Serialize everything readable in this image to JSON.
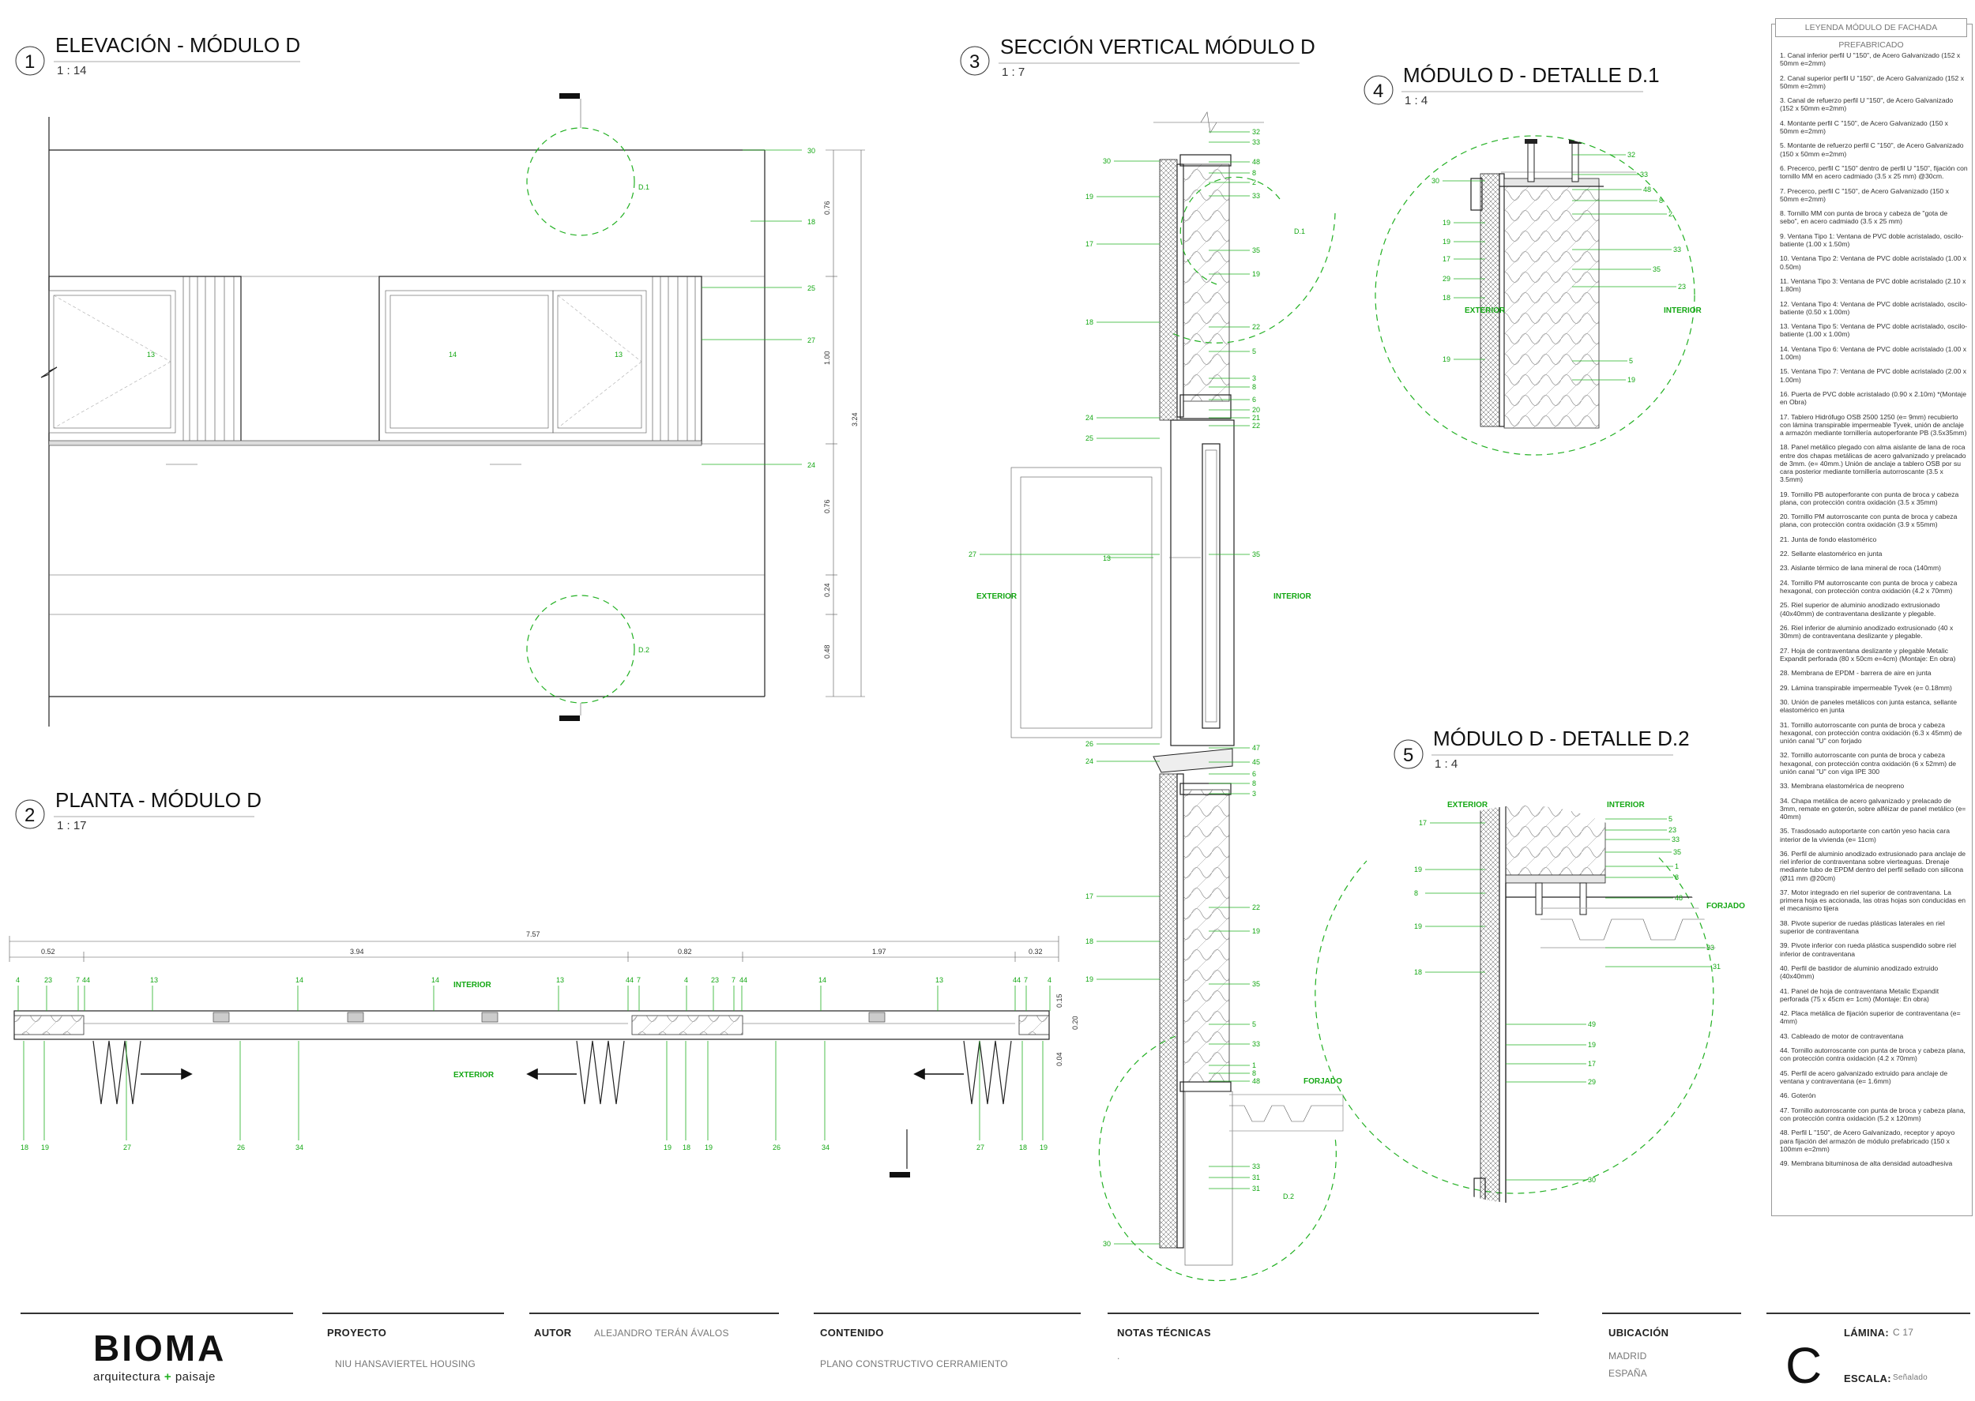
{
  "views": {
    "v1": {
      "num": "1",
      "title": "ELEVACIÓN - MÓDULO D",
      "scale": "1 : 14"
    },
    "v2": {
      "num": "2",
      "title": "PLANTA - MÓDULO D",
      "scale": "1 : 17"
    },
    "v3": {
      "num": "3",
      "title": "SECCIÓN VERTICAL MÓDULO D",
      "scale": "1 : 7"
    },
    "v4": {
      "num": "4",
      "title": "MÓDULO D - DETALLE D.1",
      "scale": "1 : 4"
    },
    "v5": {
      "num": "5",
      "title": "MÓDULO D - DETALLE D.2",
      "scale": "1 : 4"
    }
  },
  "elevation": {
    "detail_d1": "D.1",
    "detail_d2": "D.2",
    "window_labels": [
      "13",
      "14",
      "13"
    ],
    "tags": [
      "30",
      "18",
      "25",
      "27",
      "24"
    ],
    "dims": [
      "0.76",
      "1.00",
      "0.76",
      "0.24",
      "0.48"
    ],
    "total": "3.24"
  },
  "plan": {
    "total": "7.57",
    "dims": [
      "0.52",
      "3.94",
      "0.82",
      "1.97",
      "0.32"
    ],
    "top_tags": [
      "4",
      "23",
      "7",
      "44",
      "13",
      "14",
      "14",
      "13",
      "44",
      "7",
      "4",
      "23",
      "7",
      "44",
      "14",
      "13",
      "44",
      "7",
      "4"
    ],
    "bottom_tags": [
      "18",
      "19",
      "27",
      "26",
      "34",
      "19",
      "18",
      "19",
      "26",
      "34",
      "27",
      "18",
      "19"
    ],
    "interior": "INTERIOR",
    "exterior": "EXTERIOR",
    "side_dims": [
      "0.15",
      "0.20",
      "0.04"
    ]
  },
  "section": {
    "exterior": "EXTERIOR",
    "interior": "INTERIOR",
    "forjado": "FORJADO",
    "d1": "D.1",
    "d2": "D.2",
    "left_tags": [
      "30",
      "19",
      "17",
      "18",
      "24",
      "25",
      "27",
      "26",
      "24",
      "17",
      "18",
      "19",
      "30"
    ],
    "mid_tag": "13",
    "right_tags": [
      "32",
      "33",
      "48",
      "8",
      "2",
      "33",
      "35",
      "19",
      "22",
      "5",
      "3",
      "8",
      "6",
      "20",
      "21",
      "22",
      "35",
      "47",
      "45",
      "6",
      "8",
      "3",
      "22",
      "19",
      "35",
      "5",
      "33",
      "1",
      "8",
      "48",
      "33",
      "31",
      "31"
    ]
  },
  "detail1": {
    "exterior": "EXTERIOR",
    "interior": "INTERIOR",
    "left_tags": [
      "30",
      "19",
      "19",
      "17",
      "29",
      "18",
      "19"
    ],
    "right_tags": [
      "32",
      "33",
      "48",
      "8",
      "2",
      "33",
      "35",
      "23",
      "5",
      "19"
    ]
  },
  "detail2": {
    "exterior": "EXTERIOR",
    "interior": "INTERIOR",
    "forjado": "FORJADO",
    "left_tags": [
      "17",
      "19",
      "8",
      "19",
      "18"
    ],
    "inner_tags": [
      "49",
      "19",
      "17",
      "29",
      "30"
    ],
    "right_tags": [
      "5",
      "23",
      "33",
      "35",
      "1",
      "8",
      "48",
      "33",
      "31"
    ]
  },
  "legend": {
    "title": "LEYENDA MÓDULO DE FACHADA PREFABRICADO",
    "items": [
      "1. Canal inferior perfil U \"150\", de Acero Galvanizado (152 x 50mm e=2mm)",
      "2. Canal superior perfil U \"150\", de Acero Galvanizado (152 x 50mm e=2mm)",
      "3. Canal de refuerzo perfil U \"150\", de Acero Galvanizado (152 x 50mm e=2mm)",
      "4. Montante perfil C \"150\", de Acero Galvanizado (150 x 50mm e=2mm)",
      "5. Montante de refuerzo perfil C \"150\", de Acero Galvanizado (150 x 50mm e=2mm)",
      "6. Precerco, perfil C \"150\" dentro de perfil U \"150\", fijación con tornillo MM en acero cadmiado (3.5 x 25 mm) @30cm.",
      "7. Precerco, perfil C \"150\", de Acero Galvanizado (150 x 50mm e=2mm)",
      "8. Tornillo MM con punta de broca y cabeza de \"gota de sebo\", en acero cadmiado (3.5 x 25 mm)",
      "9. Ventana Tipo 1: Ventana de PVC doble acristalado, oscilo-batiente (1.00 x 1.50m)",
      "10. Ventana Tipo 2: Ventana de PVC doble acristalado (1.00 x 0.50m)",
      "11. Ventana Tipo 3: Ventana de PVC doble acristalado (2.10 x 1.80m)",
      "12. Ventana Tipo 4: Ventana de PVC doble acristalado, oscilo-batiente (0.50 x 1.00m)",
      "13. Ventana Tipo 5: Ventana de PVC doble acristalado, oscilo-batiente (1.00 x 1.00m)",
      "14. Ventana Tipo 6: Ventana de PVC doble acristalado (1.00 x 1.00m)",
      "15. Ventana Tipo 7: Ventana de PVC doble acristalado (2.00 x 1.00m)",
      "16. Puerta de PVC doble acristalado (0.90 x 2.10m) *(Montaje en Obra)",
      "17. Tablero Hidrófugo OSB 2500 1250 (e= 9mm) recubierto con lámina transpirable impermeable Tyvek, unión de anclaje a armazón mediante tornillería autoperforante PB (3.5x35mm)",
      "18. Panel metálico plegado con alma aislante de lana de roca entre dos chapas metálicas de acero galvanizado y prelacado de 3mm. (e= 40mm.) Unión de anclaje a tablero OSB por su cara posterior mediante tornillería autorroscante (3.5 x 3.5mm)",
      "19. Tornillo PB autoperforante con punta de broca y cabeza plana, con protección contra oxidación (3.5 x 35mm)",
      "20. Tornillo PM autorroscante con punta de broca y cabeza plana, con protección contra oxidación (3.9 x 55mm)",
      "21. Junta de fondo elastomérico",
      "22. Sellante elastomérico en junta",
      "23. Aislante térmico de lana mineral de roca (140mm)",
      "24. Tornillo PM autorroscante con punta de broca y cabeza hexagonal, con protección contra oxidación (4.2 x 70mm)",
      "25. Riel superior de aluminio anodizado extrusionado (40x40mm) de contraventana deslizante y plegable.",
      "26. Riel inferior de aluminio anodizado extrusionado (40 x 30mm) de contraventana deslizante y plegable.",
      "27. Hoja de contraventana deslizante y plegable Metalic Expandit perforada (80 x 50cm e=4cm) (Montaje: En obra)",
      "28. Membrana de EPDM - barrera de aire en junta",
      "29. Lámina transpirable impermeable Tyvek (e= 0.18mm)",
      "30. Unión de paneles metálicos con junta estanca, sellante elastomérico en junta",
      "31. Tornillo autorroscante con punta de broca y cabeza hexagonal, con protección contra oxidación (6.3 x 45mm) de unión canal \"U\" con forjado",
      "32. Tornillo autorroscante con punta de broca y cabeza hexagonal, con protección contra oxidación (6 x 52mm) de unión canal \"U\" con viga IPE 300",
      "33. Membrana elastomérica de neopreno",
      "34. Chapa metálica de acero galvanizado y prelacado de 3mm, remate en goterón, sobre alféizar de panel metálico (e= 40mm)",
      "35. Trasdosado autoportante con cartón yeso hacia cara interior de la vivienda (e= 11cm)",
      "36. Perfil de aluminio anodizado extrusionado para anclaje de riel inferior de contraventana sobre vierteaguas. Drenaje mediante tubo de EPDM dentro del perfil sellado con silicona (Ø11 mm @20cm)",
      "37. Motor integrado en riel superior de contraventana. La primera hoja es accionada, las otras hojas son conducidas en el mecanismo tijera",
      "38. Pivote superior de ruedas plásticas laterales en riel superior de contraventana",
      "39. Pivote inferior con rueda plástica suspendido sobre riel inferior de contraventana",
      "40. Perfil de bastidor de aluminio anodizado extruido (40x40mm)",
      "41. Panel de hoja de contraventana Metalic Expandit perforada (75 x 45cm e= 1cm) (Montaje: En obra)",
      "42. Placa metálica de fijación superior de contraventana (e= 4mm)",
      "43. Cableado de motor de contraventana",
      "44. Tornillo autorroscante con punta de broca y cabeza plana, con protección contra oxidación (4.2 x 70mm)",
      "45. Perfil de acero galvanizado extruido para anclaje de ventana y contraventana (e= 1.6mm)",
      "46. Goterón",
      "47. Tornillo autorroscante con punta de broca y cabeza plana, con protección contra oxidación (5.2 x 120mm)",
      "48. Perfil L \"150\", de Acero Galvanizado, receptor y apoyo para fijación del armazón de módulo prefabricado (150 x 100mm e=2mm)",
      "49. Membrana bituminosa de alta densidad autoadhesiva"
    ]
  },
  "titleblock": {
    "brand": "BIOMA",
    "brand_sub_a": "arquitectura",
    "brand_sub_plus": "+",
    "brand_sub_b": "paisaje",
    "proyecto_label": "PROYECTO",
    "proyecto": "NIU HANSAVIERTEL HOUSING",
    "autor_label": "AUTOR",
    "autor": "ALEJANDRO TERÁN ÁVALOS",
    "contenido_label": "CONTENIDO",
    "contenido": "PLANO CONSTRUCTIVO CERRAMIENTO",
    "notas_label": "NOTAS TÉCNICAS",
    "notas": ".",
    "ubicacion_label": "UBICACIÓN",
    "ubicacion_1": "MADRID",
    "ubicacion_2": "ESPAÑA",
    "sheet_letter": "C",
    "lamina_label": "LÁMINA:",
    "lamina": "C 17",
    "escala_label": "ESCALA:",
    "escala": "Señalado"
  },
  "colors": {
    "accent": "#22b022",
    "ink": "#222222"
  }
}
